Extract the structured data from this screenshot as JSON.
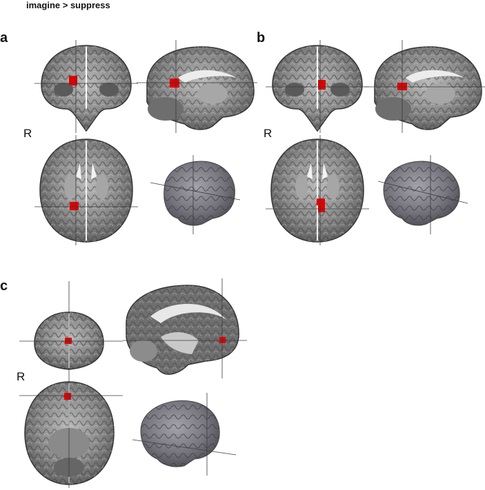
{
  "figure": {
    "title": "imagine > suppress",
    "side_label": "R",
    "panels": [
      {
        "letter": "a"
      },
      {
        "letter": "b"
      },
      {
        "letter": "c"
      }
    ],
    "colors": {
      "activation": "#e00000",
      "crosshair": "#3a3a3a",
      "brain_grey": "#8a8a8a",
      "surface": "#7f7f86"
    }
  }
}
